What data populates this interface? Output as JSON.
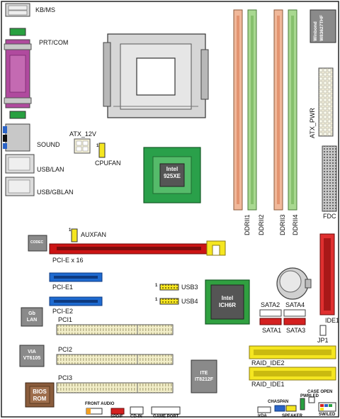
{
  "labels": {
    "kbms": "KB/MS",
    "prtcom": "PRT/COM",
    "sound": "SOUND",
    "usblan": "USB/LAN",
    "usbgblan": "USB/GBLAN",
    "atx12v": "ATX_12V",
    "cpufan": "CPUFAN",
    "auxfan": "AUXFAN",
    "codec": "CODEC",
    "pcie16": "PCI-E x 16",
    "pcie1": "PCI-E1",
    "pcie2": "PCI-E2",
    "usb3": "USB3",
    "usb4": "USB4",
    "pci1": "PCI1",
    "pci2": "PCI2",
    "pci3": "PCI3",
    "sata1": "SATA1",
    "sata2": "SATA2",
    "sata3": "SATA3",
    "sata4": "SATA4",
    "jp1": "JP1",
    "ide1": "IDE1",
    "fdc": "FDC",
    "atxpwr": "ATX_PWR",
    "ddrii1": "DDRII1",
    "ddrii2": "DDRII2",
    "ddrii3": "DDRII3",
    "ddrii4": "DDRII4",
    "raid_ide2": "RAID_IDE2",
    "raid_ide1": "RAID_IDE1",
    "front_audio": "FRONT AUDIO",
    "spdif": "SPDIF",
    "cdin": "CD-IN",
    "game_port": "GAME PORT",
    "irda": "IrDA",
    "chaspan": "CHASPAN",
    "speaker": "SPEAKER",
    "pwrled": "PWRLED",
    "case_open": "CASE OPEN",
    "swled": "SW/LED",
    "pin_one": "1"
  },
  "chips": {
    "intel925_line1": "Intel",
    "intel925_line2": "925XE",
    "ich6r_line1": "Intel",
    "ich6r_line2": "ICH6R",
    "gblan_line1": "Gb",
    "gblan_line2": "LAN",
    "via_line1": "VIA",
    "via_line2": "VT6105",
    "ite_line1": "ITE",
    "ite_line2": "IT8212F",
    "bios_line1": "BIOS",
    "bios_line2": "ROM",
    "winbond_line1": "Winbond",
    "winbond_line2": "W83627THF"
  },
  "colors": {
    "dimm_orange": "#f0b89a",
    "dimm_green": "#a8d890",
    "pcie16_red": "#cc1414",
    "pcie1_blue": "#1e6ad0",
    "pci_slot": "#f2eec8",
    "ide_yellow": "#f5e620",
    "ide1_red": "#e03030",
    "sata_red": "#d42020",
    "northbridge_green": "#2aa04a",
    "southbridge_green": "#30a040",
    "purple_port": "#b04a9e",
    "bios_brown": "#8a5c3c"
  }
}
